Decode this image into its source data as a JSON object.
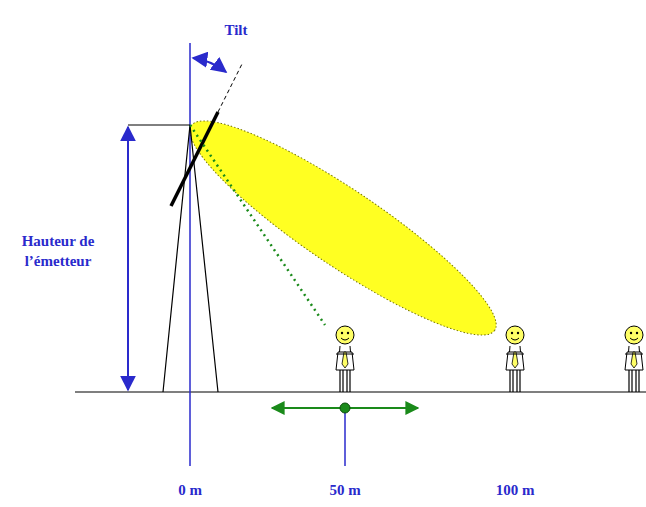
{
  "diagram": {
    "labels": [
      "Tilt",
      "Hauteur de l’émetteur",
      "0 m",
      "50 m",
      "100 m"
    ]
  }
}
